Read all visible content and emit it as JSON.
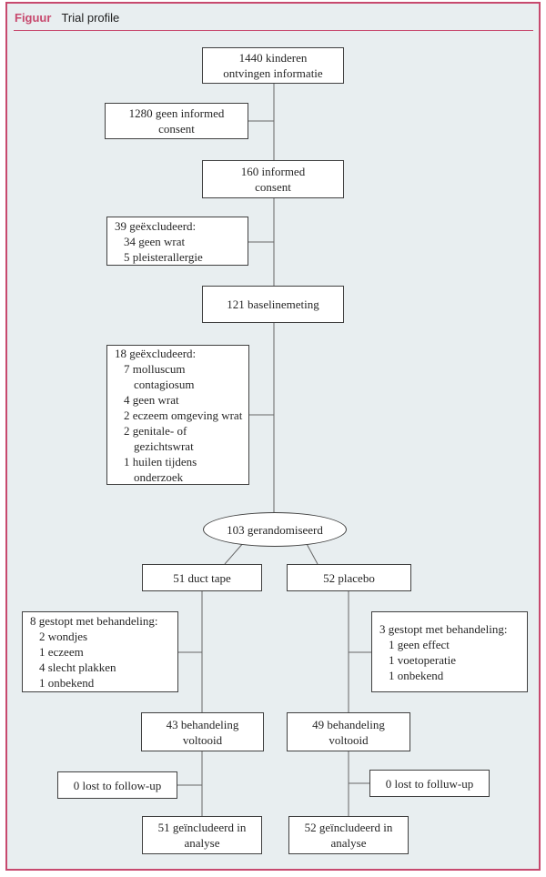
{
  "header": {
    "label": "Figuur",
    "title": "Trial profile"
  },
  "colors": {
    "accent": "#c7496e",
    "panel_background": "#e8eef0",
    "box_border": "#404040",
    "connector_line": "#666666",
    "text": "#262626"
  },
  "flowchart": {
    "n1440": {
      "lines": [
        "1440 kinderen",
        "ontvingen informatie"
      ]
    },
    "n1280": {
      "lines": [
        "1280 geen informed",
        "consent"
      ]
    },
    "n160": {
      "lines": [
        "160 informed",
        "consent"
      ]
    },
    "n39": {
      "lines": [
        "39 geëxcludeerd:",
        "34 geen wrat",
        "5 pleisterallergie"
      ]
    },
    "n121": {
      "lines": [
        "121 baselinemeting"
      ]
    },
    "n18": {
      "lines": [
        "18 geëxcludeerd:",
        "7 molluscum",
        "contagiosum",
        "4 geen wrat",
        "2 eczeem omgeving wrat",
        "2 genitale- of",
        "gezichtswrat",
        "1 huilen tijdens",
        "onderzoek"
      ]
    },
    "n103": {
      "lines": [
        "103 gerandomiseerd"
      ]
    },
    "n51tape": {
      "lines": [
        "51 duct tape"
      ]
    },
    "n52placebo": {
      "lines": [
        "52 placebo"
      ]
    },
    "n8stop": {
      "lines": [
        "8 gestopt met behandeling:",
        "2 wondjes",
        "1 eczeem",
        "4 slecht plakken",
        "1 onbekend"
      ]
    },
    "n3stop": {
      "lines": [
        "3 gestopt met behandeling:",
        "1 geen effect",
        "1 voetoperatie",
        "1 onbekend"
      ]
    },
    "n43": {
      "lines": [
        "43 behandeling",
        "voltooid"
      ]
    },
    "n49": {
      "lines": [
        "49 behandeling",
        "voltooid"
      ]
    },
    "n0left": {
      "lines": [
        "0 lost to follow-up"
      ]
    },
    "n0right": {
      "lines": [
        "0 lost to folluw-up"
      ]
    },
    "n51incl": {
      "lines": [
        "51 geïncludeerd in",
        "analyse"
      ]
    },
    "n52incl": {
      "lines": [
        "52 geïncludeerd in",
        "analyse"
      ]
    }
  }
}
